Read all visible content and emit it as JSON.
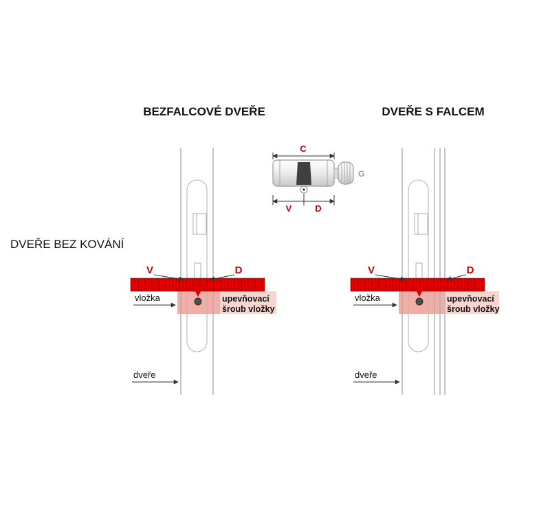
{
  "headings": {
    "left_title": "BEZFALCOVÉ DVEŘE",
    "right_title": "DVEŘE S FALCEM",
    "side_label": "DVEŘE BEZ KOVÁNÍ"
  },
  "cylinder_detail": {
    "dim_c": "C",
    "dim_v": "V",
    "dim_d": "D",
    "knob_label": "G"
  },
  "left_diagram": {
    "dim_v": "V",
    "dim_d": "D",
    "label_vlozka": "vložka",
    "label_screw_line1": "upevňovací",
    "label_screw_line2": "šroub vložky",
    "label_dvere": "dveře"
  },
  "right_diagram": {
    "dim_v": "V",
    "dim_d": "D",
    "label_vlozka": "vložka",
    "label_screw_line1": "upevňovací",
    "label_screw_line2": "šroub vložky",
    "label_dvere": "dveře"
  },
  "colors": {
    "ruler_red": "#e40000",
    "ruler_tick_red": "#a50000",
    "accent_red": "#c40000",
    "highlight_pink": "#f2aea6",
    "highlight_pink_light": "#f8d6cf",
    "outline_gray": "#adadad",
    "knob_label_gray": "#9a9a9a"
  }
}
